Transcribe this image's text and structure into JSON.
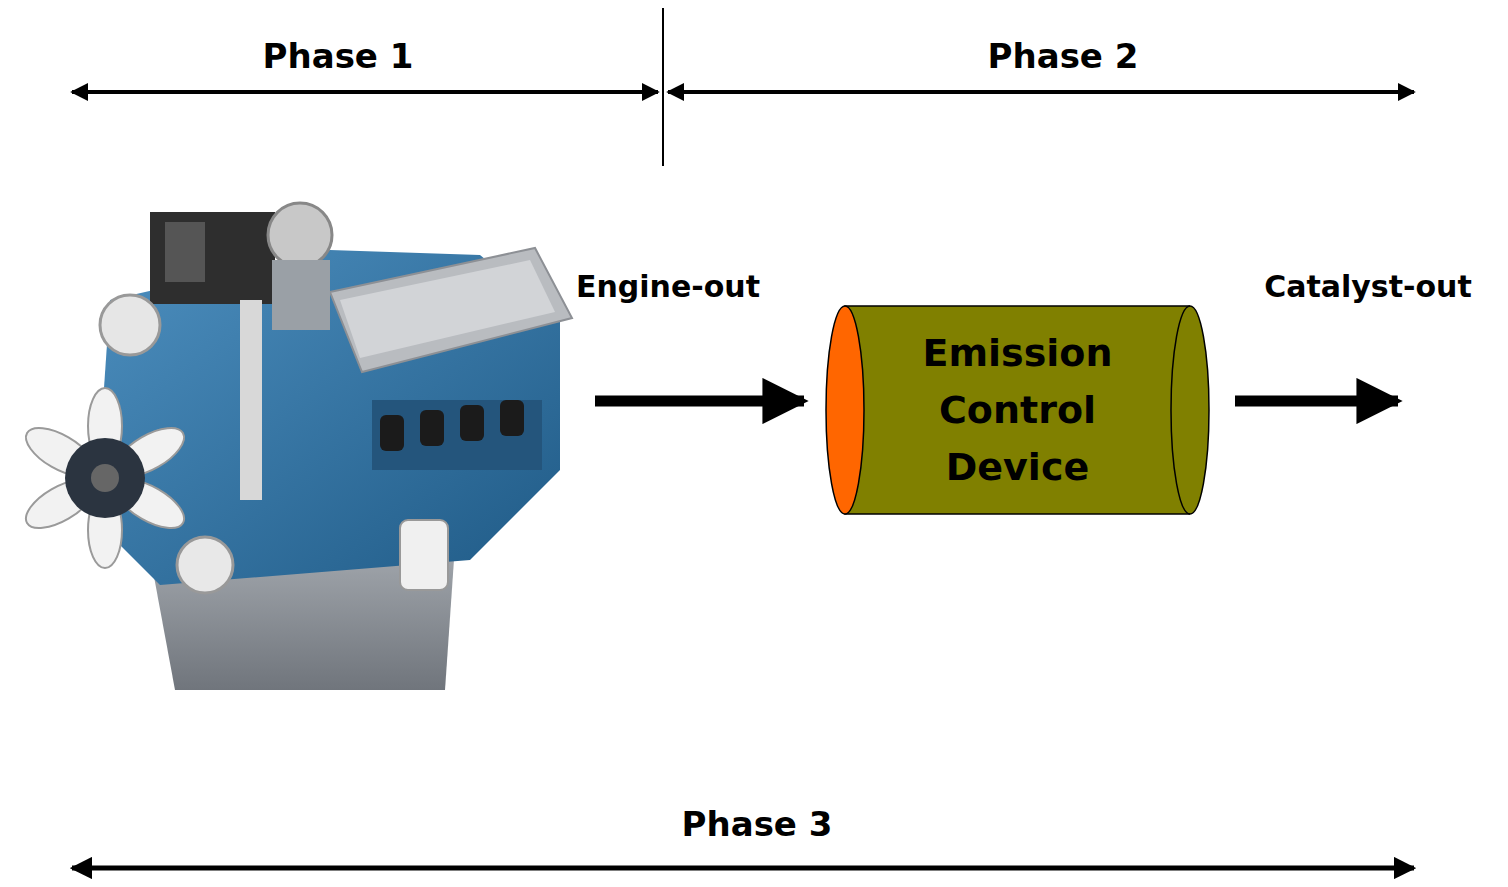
{
  "diagram": {
    "nodes": [
      {
        "text": [
          "Emission Control Device"
        ]
      }
    ],
    "labels": [
      "Phase 1",
      "Phase 2",
      "Engine-out",
      "Catalyst-out",
      "Phase 3"
    ]
  }
}
